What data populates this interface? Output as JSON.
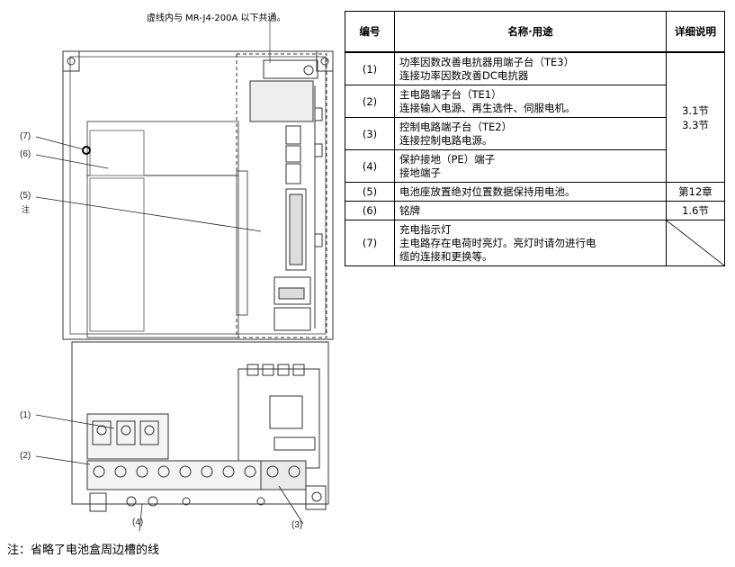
{
  "figure": {
    "dashed_note": "虚线内与 MR-J4-200A 以下共通。",
    "callouts": [
      "(7)",
      "(6)",
      "(5)",
      "注",
      "(1)",
      "(2)",
      "(4)",
      "(3)"
    ],
    "footnote": "注：省略了电池盒周边槽的线"
  },
  "table": {
    "headers": {
      "no": "编号",
      "name": "名称·用途",
      "detail": "详细说明"
    },
    "rows": [
      {
        "no": "(1)",
        "line1": "功率因数改善电抗器用端子台（TE3）",
        "line2": "连接功率因数改善DC电抗器"
      },
      {
        "no": "(2)",
        "line1": "主电路端子台（TE1）",
        "line2": "连接输入电源、再生选件、伺服电机。"
      },
      {
        "no": "(3)",
        "line1": "控制电路端子台（TE2）",
        "line2": "连接控制电路电源。"
      },
      {
        "no": "(4)",
        "line1": "保护接地（PE）端子",
        "line2": "接地端子"
      },
      {
        "no": "(5)",
        "line1": "电池座放置绝对位置数据保持用电池。",
        "detail": "第12章"
      },
      {
        "no": "(6)",
        "line1": "铭牌",
        "detail": "1.6节"
      },
      {
        "no": "(7)",
        "line1": "充电指示灯",
        "line2": "主电路存在电荷时亮灯。亮灯时请勿进行电",
        "line3": "缆的连接和更换等。"
      }
    ],
    "shared_detail_line1": "3.1节",
    "shared_detail_line2": "3.3节"
  }
}
